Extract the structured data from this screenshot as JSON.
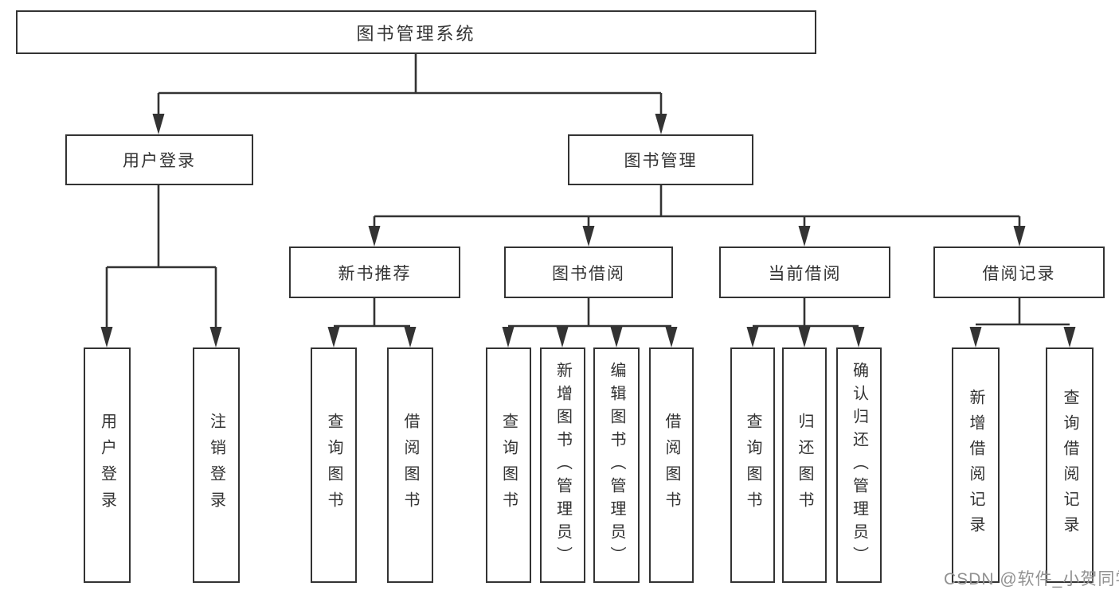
{
  "root": {
    "label": "图书管理系统",
    "children": [
      {
        "label": "用户登录",
        "children": [
          {
            "label": "用户登录"
          },
          {
            "label": "注销登录"
          }
        ]
      },
      {
        "label": "图书管理",
        "children": [
          {
            "label": "新书推荐",
            "children": [
              {
                "label": "查询图书"
              },
              {
                "label": "借阅图书"
              }
            ]
          },
          {
            "label": "图书借阅",
            "children": [
              {
                "label": "查询图书"
              },
              {
                "label": "新增图书（管理员）"
              },
              {
                "label": "编辑图书（管理员）"
              },
              {
                "label": "借阅图书"
              }
            ]
          },
          {
            "label": "当前借阅",
            "children": [
              {
                "label": "查询图书"
              },
              {
                "label": "归还图书"
              },
              {
                "label": "确认归还（管理员）"
              }
            ]
          },
          {
            "label": "借阅记录",
            "children": [
              {
                "label": "新增借阅记录"
              },
              {
                "label": "查询借阅记录"
              }
            ]
          }
        ]
      }
    ]
  },
  "watermark": "CSDN @软件_小贺同学",
  "colors": {
    "line": "#333333",
    "text": "#333333",
    "background": "#ffffff",
    "watermark": "#919191"
  }
}
